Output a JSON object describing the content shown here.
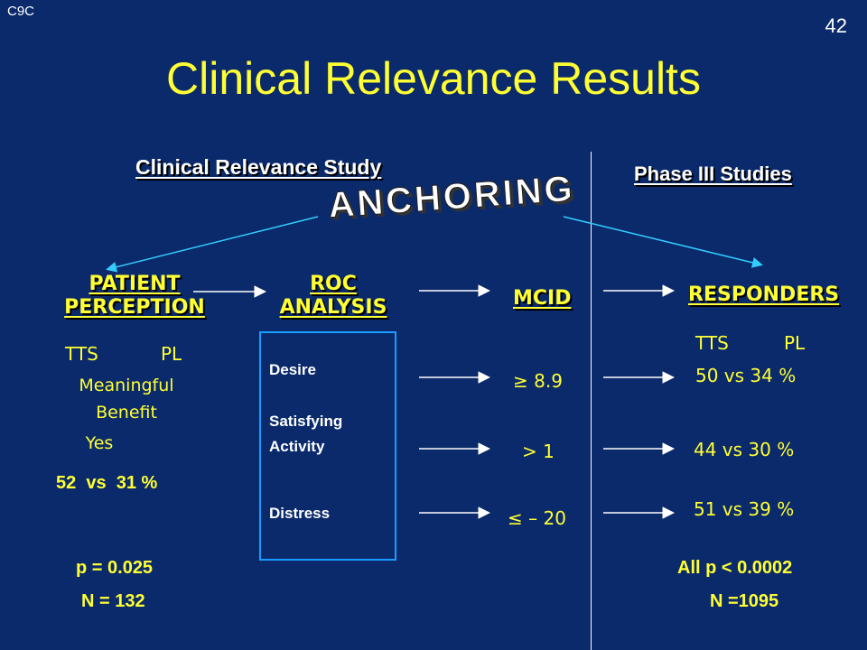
{
  "corner_label": "C9C",
  "page_number": "42",
  "title": "Clinical Relevance Results",
  "left_section_heading": "Clinical Relevance Study",
  "right_section_heading": "Phase III Studies",
  "anchoring_label": "ANCHORING",
  "flow": {
    "patient_perception": [
      "PATIENT",
      "PERCEPTION"
    ],
    "roc_analysis": [
      "ROC",
      "ANALYSIS"
    ],
    "mcid": "MCID",
    "responders": "RESPONDERS"
  },
  "patient": {
    "tts_label": "TTS",
    "pl_label": "PL",
    "meaningful": "Meaningful",
    "benefit": "Benefit",
    "yes": "Yes",
    "result": "52  vs  31 %",
    "p_value": "p = 0.025",
    "n": "N = 132"
  },
  "roc_items": [
    "Desire",
    "Satisfying",
    "Activity",
    "Distress"
  ],
  "mcid_values": [
    "≥ 8.9",
    "> 1",
    "≤ – 20"
  ],
  "responders": {
    "tts_label": "TTS",
    "pl_label": "PL",
    "results": [
      "50 vs 34 %",
      "44 vs 30 %",
      "51 vs 39 %"
    ],
    "p_value": "All p < 0.0002",
    "n": "N =1095"
  },
  "colors": {
    "background": "#0b2a6b",
    "text_yellow": "#ffff33",
    "box_border": "#1a9bff",
    "arrow": "#ffffff",
    "anchor_line": "#33ccff"
  }
}
